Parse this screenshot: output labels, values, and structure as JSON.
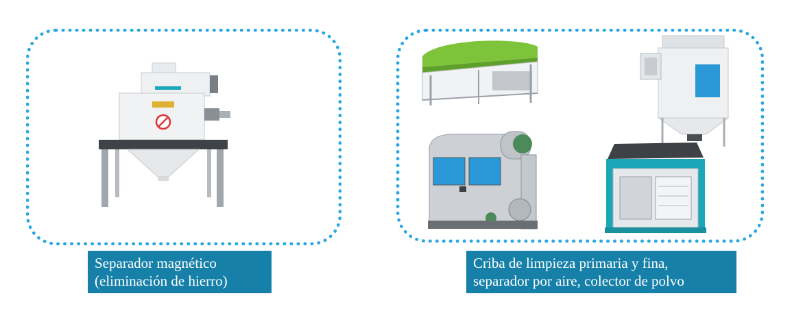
{
  "captions": {
    "left": {
      "line1": "Separador magnético",
      "line2": "(eliminación de hierro)"
    },
    "right": {
      "line1": "Criba de limpieza primaria y fina,",
      "line2": "separador por aire, colector de polvo"
    }
  },
  "colors": {
    "frame_border": "#2aa6e0",
    "caption_bg": "#1680a8",
    "caption_text": "#ffffff",
    "machine_green": "#7ec43a",
    "machine_blue": "#2a98d6",
    "machine_teal": "#1aa7b8"
  }
}
